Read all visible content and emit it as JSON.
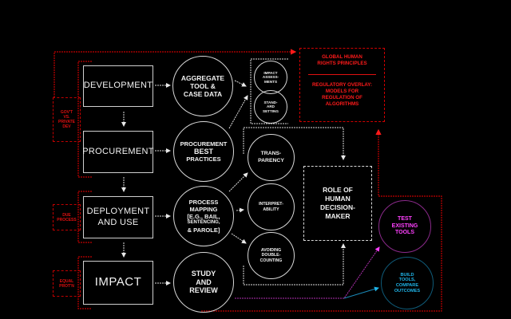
{
  "stages": [
    {
      "label": "DEVELOPMENT"
    },
    {
      "label": "PROCUREMENT"
    },
    {
      "label_lines": [
        "DEPLOYMENT",
        "AND USE"
      ]
    },
    {
      "label": "IMPACT"
    }
  ],
  "side_labels": [
    {
      "lines": [
        "GOV'T",
        "VS.",
        "PRIVATE",
        "DEV"
      ]
    },
    {
      "lines": [
        "DUE",
        "PROCESS"
      ]
    },
    {
      "lines": [
        "EQUAL",
        "PROT'N"
      ]
    }
  ],
  "stage_circles": [
    {
      "lines": [
        "AGGREGATE",
        "TOOL &",
        "CASE DATA"
      ]
    },
    {
      "lines": [
        "PROCUREMENT",
        "BEST",
        "PRACTICES"
      ]
    },
    {
      "lines": [
        "PROCESS",
        "MAPPING",
        "[E.G., BAIL,",
        "SENTENCING,",
        "& PAROLE]"
      ]
    },
    {
      "lines": [
        "STUDY",
        "AND",
        "REVIEW"
      ]
    }
  ],
  "small_circles": [
    {
      "lines": [
        "IMPACT",
        "ASSESS-",
        "MENTS"
      ]
    },
    {
      "lines": [
        "STAND-",
        "ARD",
        "SETTING"
      ]
    }
  ],
  "mid_circles": [
    {
      "lines": [
        "TRANS-",
        "PARENCY"
      ]
    },
    {
      "lines": [
        "INTERPRET-",
        "ABILITY"
      ]
    },
    {
      "lines": [
        "AVOIDING",
        "DOUBLE-",
        "COUNTING"
      ]
    }
  ],
  "regulatory_box": {
    "principles_lines": [
      "GLOBAL HUMAN",
      "RIGHTS PRINCIPLES"
    ],
    "overlay_lines": [
      "REGULATORY OVERLAY:",
      "MODELS FOR",
      "REGULATION OF",
      "ALGORITHMS"
    ]
  },
  "decision_box": {
    "lines": [
      "ROLE OF",
      "HUMAN",
      "DECISION-",
      "MAKER"
    ]
  },
  "tool_circles": [
    {
      "lines": [
        "TEST",
        "EXISTING",
        "TOOLS"
      ]
    },
    {
      "lines": [
        "BUILD",
        "TOOLS,",
        "COMPARE",
        "OUTCOMES"
      ]
    }
  ],
  "colors": {
    "background": "#000000",
    "primary": "#d8d8d8",
    "regulatory": "#e01010",
    "test_tools": "#ff40ff",
    "build_tools": "#1fb4e8"
  }
}
